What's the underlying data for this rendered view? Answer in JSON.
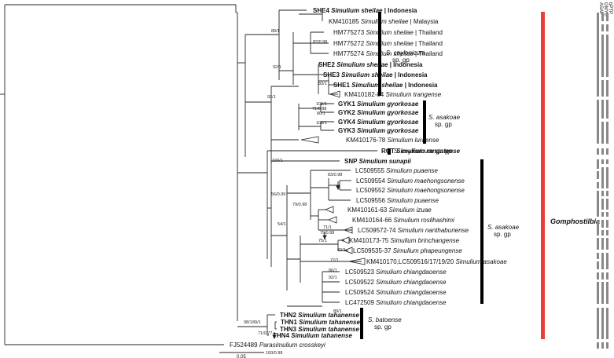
{
  "taxa": [
    {
      "id": "SHE4",
      "species": "Simulium sheilae",
      "loc": "Indonesia",
      "bold": true
    },
    {
      "id": "KM410185",
      "species": "Simulium sheilae",
      "loc": "Malaysia",
      "bold": false
    },
    {
      "id": "HM775273",
      "species": "Simulium sheilae",
      "loc": "Thailand",
      "bold": false
    },
    {
      "id": "HM775272",
      "species": "Simulium sheilae",
      "loc": "Thailand",
      "bold": false
    },
    {
      "id": "HM775274",
      "species": "Simulium sheilae",
      "loc": "Thailand",
      "bold": false
    },
    {
      "id": "SHE2",
      "species": "Simulium sheilae",
      "loc": "Indonesia",
      "bold": true
    },
    {
      "id": "SHE3",
      "species": "Simulium sheilae",
      "loc": "Indonesia",
      "bold": true
    },
    {
      "id": "SHE1",
      "species": "Simulium sheilae",
      "loc": "Indonesia",
      "bold": true
    },
    {
      "id": "KM410182-84",
      "species": "Simulium trangense",
      "loc": "",
      "bold": false
    },
    {
      "id": "GYK1",
      "species": "Simulium gyorkosae",
      "loc": "",
      "bold": true
    },
    {
      "id": "GYK2",
      "species": "Simulium gyorkosae",
      "loc": "",
      "bold": true
    },
    {
      "id": "GYK4",
      "species": "Simulium gyorkosae",
      "loc": "",
      "bold": true
    },
    {
      "id": "GYK3",
      "species": "Simulium gyorkosae",
      "loc": "",
      "bold": true
    },
    {
      "id": "KM410176-78",
      "species": "Simulium luraense",
      "loc": "",
      "bold": false
    },
    {
      "id": "RGT",
      "species": "Simulium rangatense",
      "loc": "",
      "bold": true
    },
    {
      "id": "SNP",
      "species": "Simulium sunapii",
      "loc": "",
      "bold": true
    },
    {
      "id": "LC509555",
      "species": "Simulium puaense",
      "loc": "",
      "bold": false
    },
    {
      "id": "LC509554",
      "species": "Simulium maehongsonense",
      "loc": "",
      "bold": false
    },
    {
      "id": "LC509552",
      "species": "Simulium maehongsonense",
      "loc": "",
      "bold": false
    },
    {
      "id": "LC509556",
      "species": "Simulium puaense",
      "loc": "",
      "bold": false
    },
    {
      "id": "KM410161-63",
      "species": "Simulium izuae",
      "loc": "",
      "bold": false
    },
    {
      "id": "KM410164-66",
      "species": "Simulium roslihashimi",
      "loc": "",
      "bold": false
    },
    {
      "id": "LC509572-74",
      "species": "Simulium nanthaburiense",
      "loc": "",
      "bold": false
    },
    {
      "id": "KM410173-75",
      "species": "Simulium brinchangense",
      "loc": "",
      "bold": false
    },
    {
      "id": "LC509535-37",
      "species": "Simulium phapeungense",
      "loc": "",
      "bold": false
    },
    {
      "id": "KM410170,LC509516/17/19/20",
      "species": "Simulium asakoae",
      "loc": "",
      "bold": false
    },
    {
      "id": "LC509523",
      "species": "Simulium chiangdaoense",
      "loc": "",
      "bold": false
    },
    {
      "id": "LC509522",
      "species": "Simulium chiangdaoense",
      "loc": "",
      "bold": false
    },
    {
      "id": "LC509524",
      "species": "Simulium chiangdaoense",
      "loc": "",
      "bold": false
    },
    {
      "id": "LC472509",
      "species": "Simulium chiangdaoense",
      "loc": "",
      "bold": false
    },
    {
      "id": "THN2",
      "species": "Simulium tahanense",
      "loc": "",
      "bold": true
    },
    {
      "id": "THN1",
      "species": "Simulium tahanense",
      "loc": "",
      "bold": true
    },
    {
      "id": "THN3",
      "species": "Simulium tahanense",
      "loc": "",
      "bold": true
    },
    {
      "id": "THN4",
      "species": "Simulium tahanense",
      "loc": "",
      "bold": true
    },
    {
      "id": "FJ524489",
      "species": "Parasimulium crosskeyi",
      "loc": "",
      "bold": false
    }
  ],
  "supports": [
    "89/1",
    "92/1",
    "82/0.98",
    "83/1",
    "71/0.98",
    "80/1",
    "92/1",
    "100/1",
    "100/1",
    "100/1",
    "56/0.99",
    "79/0.98",
    "83/0.98",
    "54/1",
    "71/1",
    "79/0.99",
    "75/1",
    "82/1",
    "77/1",
    "86/1",
    "92/1",
    "89/1",
    "89/1",
    "71/0.77",
    "100/0.98",
    "98/1"
  ],
  "groups": [
    {
      "line1": "S. ceylonicum",
      "line2": "sp. gp"
    },
    {
      "line1": "S. asakoae",
      "line2": "sp. gp"
    },
    {
      "line1": "S. ceylonicum sp. gp",
      "line2": ""
    },
    {
      "line1": "S. asakoae",
      "line2": "sp. gp"
    },
    {
      "line1": "S. batoense",
      "line2": "sp. gp"
    }
  ],
  "subgenus": "Gomphostilbia",
  "methods": [
    "ASAP",
    "GMYC",
    "bPTP"
  ],
  "scale": "0.05",
  "colors": {
    "subgenus_bar": "#e8403a",
    "method_bar": "#888888",
    "tree": "#222222"
  }
}
